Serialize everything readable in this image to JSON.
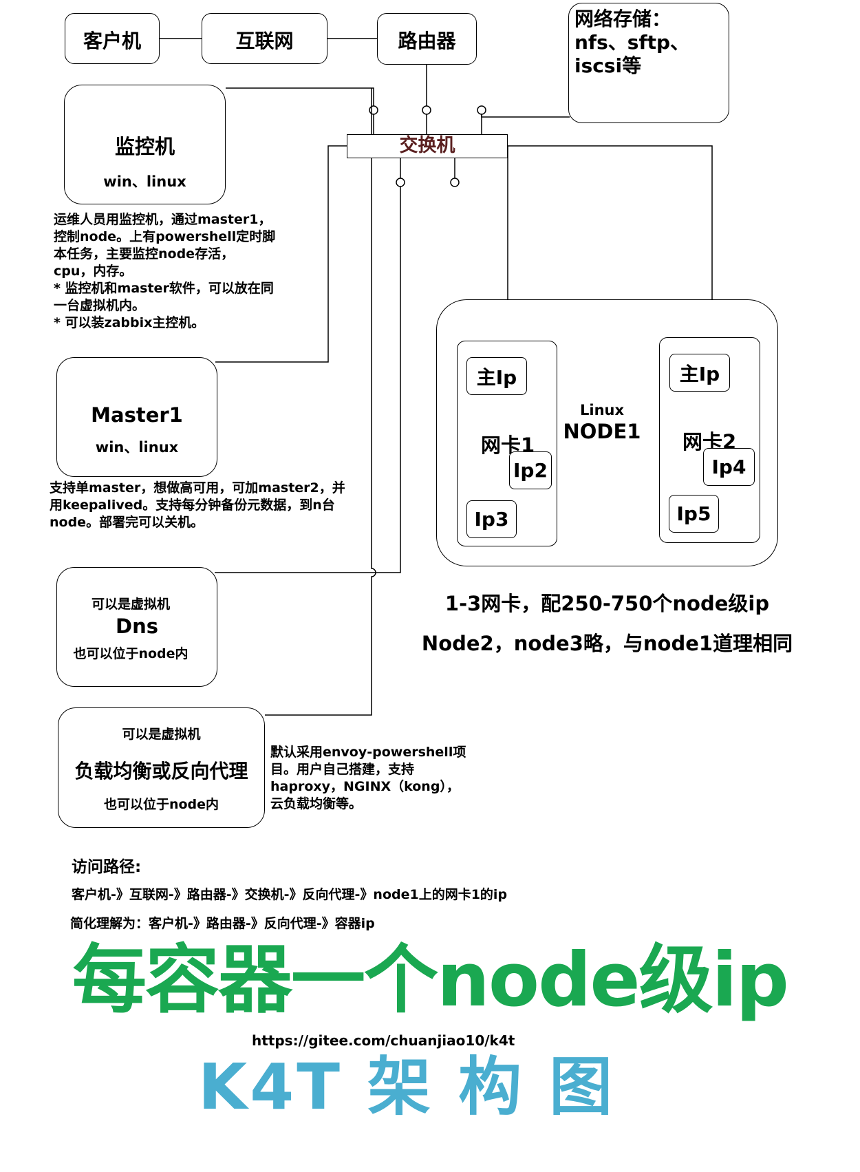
{
  "nodes": {
    "client": "客户机",
    "internet": "互联网",
    "router": "路由器",
    "storage_lines": [
      "网络存储：",
      "nfs、sftp、",
      "iscsi等"
    ],
    "switch": "交换机",
    "monitor_title": "监控机",
    "monitor_os": "win、linux",
    "master_title": "Master1",
    "master_os": "win、linux",
    "dns_top": "可以是虚拟机",
    "dns_title": "Dns",
    "dns_bottom": "也可以位于node内",
    "lb_top": "可以是虚拟机",
    "lb_title": "负载均衡或反向代理",
    "lb_bottom": "也可以位于node内"
  },
  "node1": {
    "os": "Linux",
    "name": "NODE1",
    "nic1": "网卡1",
    "nic2": "网卡2",
    "main_ip_1": "主Ip",
    "main_ip_2": "主Ip",
    "ip2": "Ip2",
    "ip3": "Ip3",
    "ip4": "Ip4",
    "ip5": "Ip5"
  },
  "notes": {
    "monitor": [
      "运维人员用监控机，通过master1，",
      "控制node。上有powershell定时脚",
      "本任务，主要监控node存活，",
      "cpu，内存。",
      "* 监控机和master软件，可以放在同",
      "一台虚拟机内。",
      "* 可以装zabbix主控机。"
    ],
    "master": [
      "支持单master，想做高可用，可加master2，并",
      "用keepalived。支持每分钟备份元数据，到n台",
      "node。部署完可以关机。"
    ],
    "lb": [
      "默认采用envoy-powershell项",
      "目。用户自己搭建，支持",
      "haproxy，NGINX（kong），",
      "云负载均衡等。"
    ],
    "nic_summary": "1-3网卡，配250-750个node级ip",
    "other_nodes": "Node2，node3略，与node1道理相同"
  },
  "path": {
    "heading": "访问路径:",
    "full": "客户机-》互联网-》路由器-》交换机-》反向代理-》node1上的网卡1的ip",
    "simple": "简化理解为：客户机-》路由器-》反向代理-》容器ip"
  },
  "footer": {
    "slogan": "每容器一个node级ip",
    "url": "https://gitee.com/chuanjiao10/k4t",
    "title": "K4T 架 构 图"
  },
  "colors": {
    "switch_text": "#5a1f1f",
    "slogan": "#1aa851",
    "title": "#4aaed0"
  }
}
